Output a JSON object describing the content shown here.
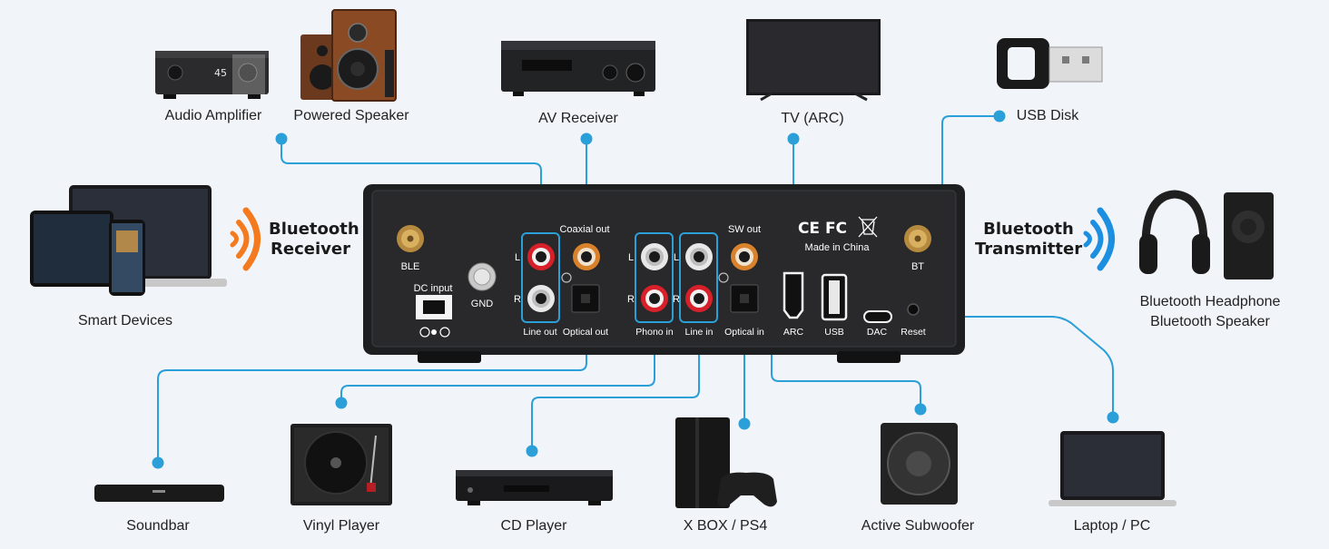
{
  "devices_top": {
    "audio_amplifier": "Audio Amplifier",
    "powered_speaker": "Powered Speaker",
    "av_receiver": "AV Receiver",
    "tv_arc": "TV (ARC)",
    "usb_disk": "USB Disk"
  },
  "devices_side": {
    "smart_devices": "Smart Devices",
    "bt_headphone": "Bluetooth Headphone",
    "bt_speaker": "Bluetooth Speaker"
  },
  "bluetooth": {
    "receiver_line1": "Bluetooth",
    "receiver_line2": "Receiver",
    "transmitter_line1": "Bluetooth",
    "transmitter_line2": "Transmitter"
  },
  "devices_bottom": {
    "soundbar": "Soundbar",
    "vinyl_player": "Vinyl Player",
    "cd_player": "CD Player",
    "console": "X BOX / PS4",
    "subwoofer": "Active Subwoofer",
    "laptop": "Laptop / PC"
  },
  "panel": {
    "ble": "BLE",
    "dc_input": "DC input",
    "gnd": "GND",
    "coaxial_out": "Coaxial out",
    "line_out": "Line out",
    "optical_out": "Optical out",
    "phono_in": "Phono in",
    "line_in": "Line in",
    "optical_in": "Optical in",
    "sw_out": "SW out",
    "arc": "ARC",
    "usb": "USB",
    "dac": "DAC",
    "reset": "Reset",
    "bt": "BT",
    "made_in": "Made in China",
    "cert": "CE FC",
    "l": "L",
    "r": "R",
    "amp_display": "45"
  },
  "colors": {
    "background": "#f1f4f8",
    "connector_line": "#2a9fd8",
    "panel": "#1e1f21",
    "bt_orange": "#f47a1f",
    "bt_blue": "#1d8fe0",
    "rca_red": "#d8202a",
    "rca_white": "#e8e8e8",
    "rca_orange": "#d9822b"
  }
}
